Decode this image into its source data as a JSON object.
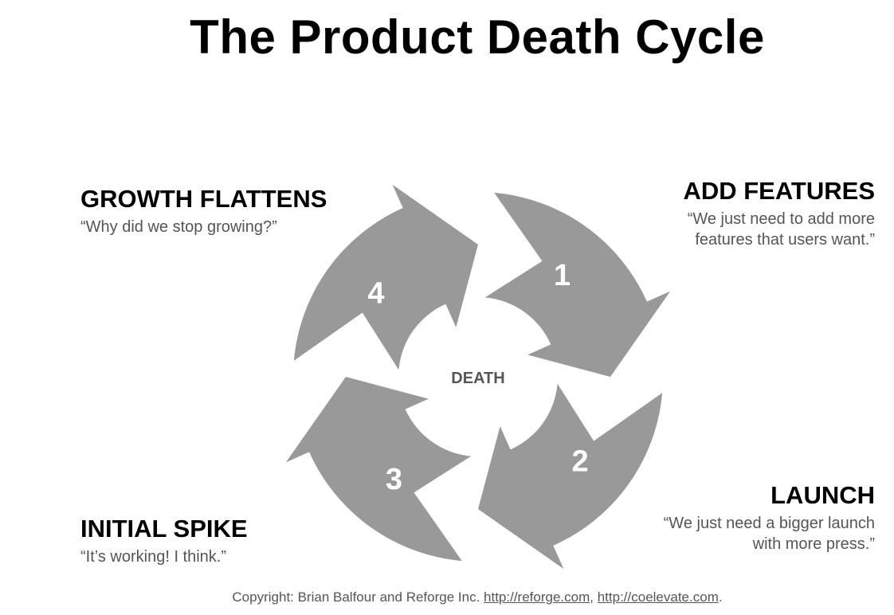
{
  "title": "The Product Death Cycle",
  "center_label": "DEATH",
  "colors": {
    "arrow_fill": "#999999",
    "arrow_number": "#ffffff",
    "center_label": "#555555",
    "quote_text": "#555555"
  },
  "segments": [
    {
      "number": "1"
    },
    {
      "number": "2"
    },
    {
      "number": "3"
    },
    {
      "number": "4"
    }
  ],
  "stages": {
    "growth_flattens": {
      "title": "GROWTH FLATTENS",
      "quote": "“Why did we stop growing?”"
    },
    "add_features": {
      "title": "ADD FEATURES",
      "quote_line1": "“We just need to add more",
      "quote_line2": "features that users want.”"
    },
    "launch": {
      "title": "LAUNCH",
      "quote_line1": "“We just need a bigger launch",
      "quote_line2": "with more press.”"
    },
    "initial_spike": {
      "title": "INITIAL SPIKE",
      "quote": "“It’s working! I think.”"
    }
  },
  "copyright": {
    "prefix": "Copyright:  Brian Balfour and Reforge Inc. ",
    "link1": "http://reforge.com",
    "separator": ", ",
    "link2": "http://coelevate.com",
    "suffix": "."
  }
}
